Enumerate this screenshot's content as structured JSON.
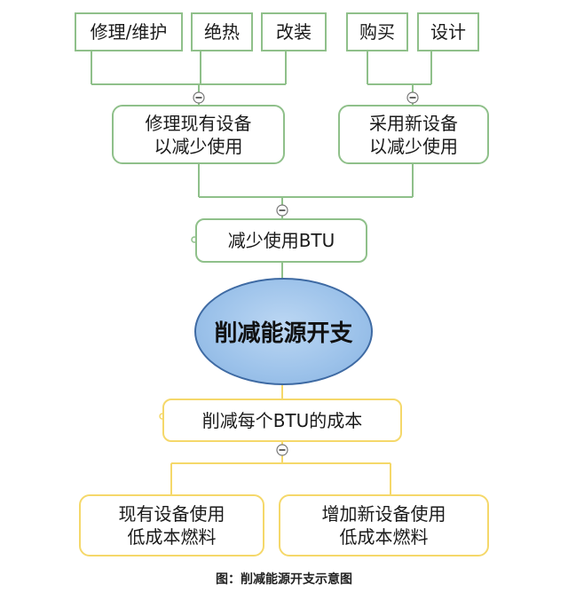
{
  "nodes": {
    "repair": "修理/维护",
    "insulation": "绝热",
    "modify": "改装",
    "buy": "购买",
    "design": "设计",
    "repair_existing": "修理现有设备\n以减少使用",
    "new_equipment": "采用新设备\n以减少使用",
    "reduce_btu": "减少使用BTU",
    "central": "削减能源开支",
    "cut_cost": "削减每个BTU的成本",
    "existing_low_cost": "现有设备使用\n低成本燃料",
    "new_low_cost": "增加新设备使用\n低成本燃料"
  },
  "caption": "图：削减能源开支示意图",
  "colors": {
    "green_border": "#8fc08a",
    "yellow_border": "#f5d86a",
    "ellipse_fill": "#9cc2ea",
    "ellipse_border": "#3e6aa3"
  }
}
